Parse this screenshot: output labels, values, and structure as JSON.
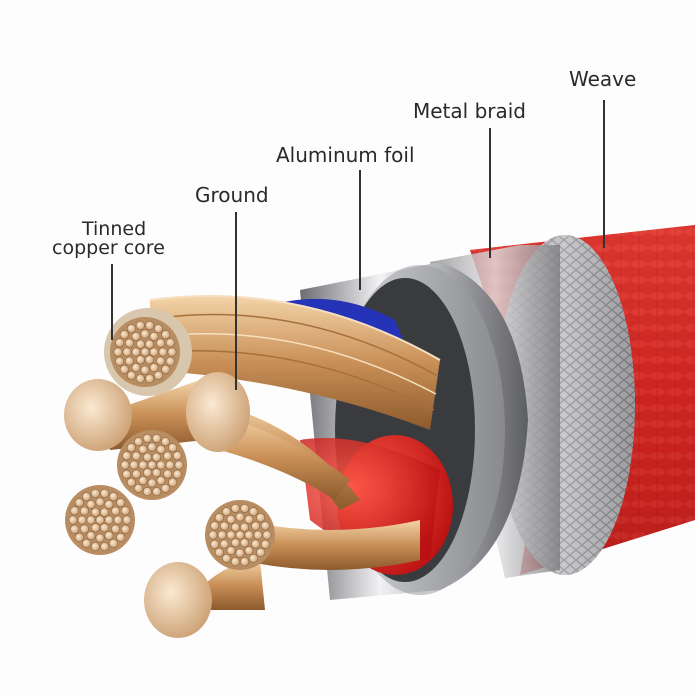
{
  "labels": {
    "weave": "Weave",
    "metal_braid": "Metal braid",
    "aluminum_foil": "Aluminum foil",
    "ground": "Ground",
    "tinned_copper_core_line1": "Tinned",
    "tinned_copper_core_line2": "copper core"
  },
  "colors": {
    "weave": "#d42a2a",
    "braid": "#a9a9ab",
    "foil": "#c9c9cb",
    "inner_sleeve": "#e62020",
    "blue_sleeve": "#2a3cc4",
    "copper": "#d9a877",
    "tinned": "#e9ddc9",
    "pointer_line": "#333333"
  }
}
